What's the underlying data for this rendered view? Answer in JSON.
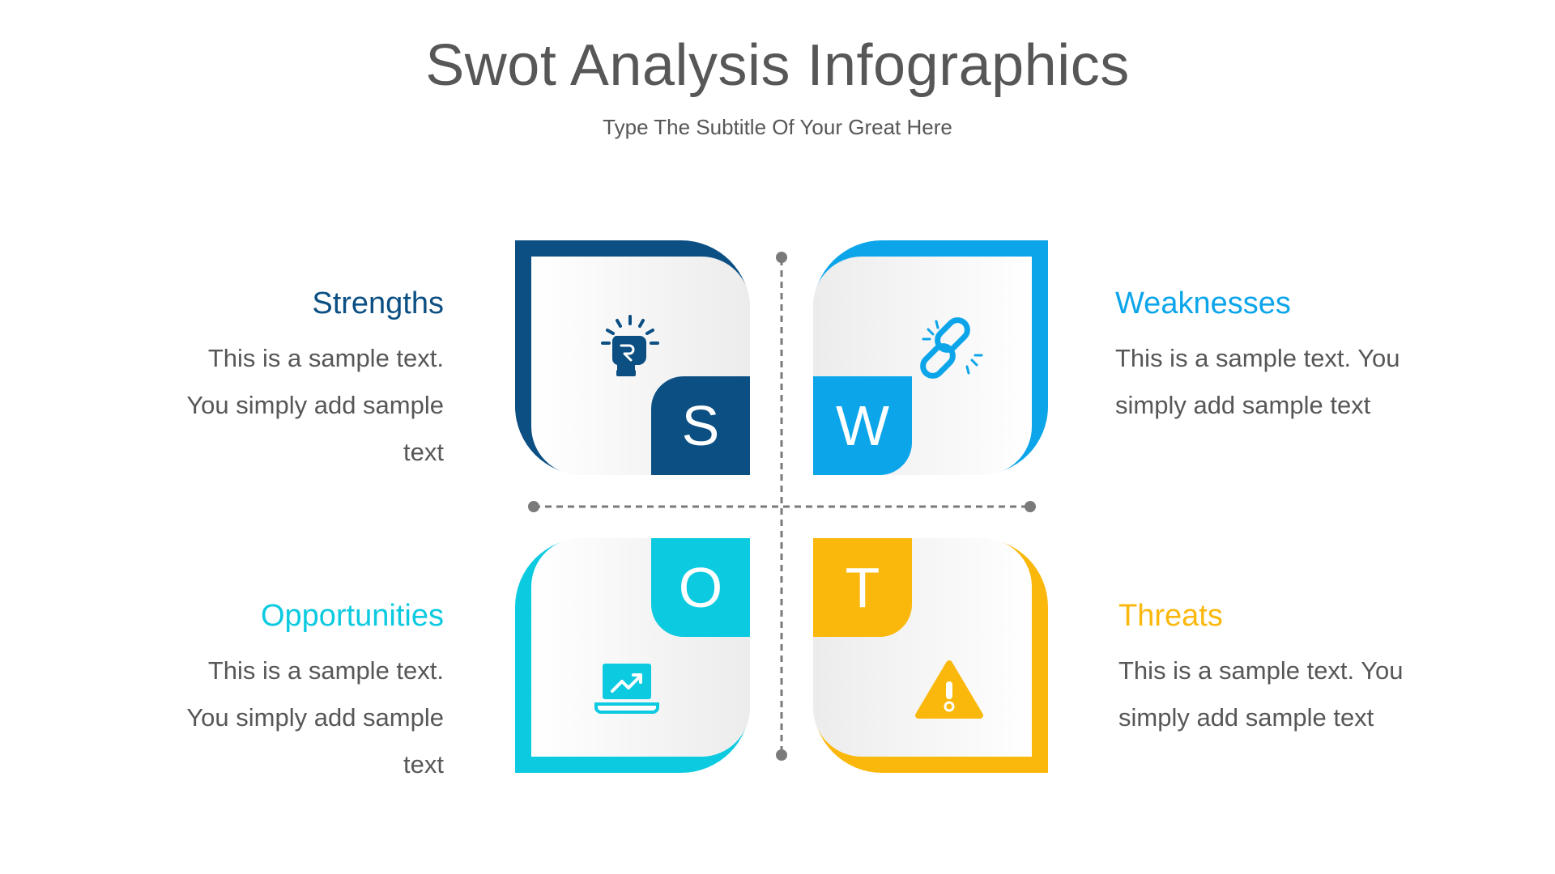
{
  "header": {
    "title": "Swot Analysis Infographics",
    "subtitle": "Type The Subtitle Of Your Great Here"
  },
  "colors": {
    "strengths": "#0c4f83",
    "weaknesses": "#0ca5ea",
    "opportunities": "#0ccae0",
    "threats": "#fbb80c",
    "text": "#575757",
    "divider": "#7a7a7a"
  },
  "quadrants": {
    "strengths": {
      "letter": "S",
      "icon": "fist-icon",
      "heading": "Strengths",
      "text": "This is a sample text. You simply add sample text"
    },
    "weaknesses": {
      "letter": "W",
      "icon": "broken-link-icon",
      "heading": "Weaknesses",
      "text": "This is a sample text. You simply add sample text"
    },
    "opportunities": {
      "letter": "O",
      "icon": "laptop-growth-icon",
      "heading": "Opportunities",
      "text": "This is a sample text. You simply add sample text"
    },
    "threats": {
      "letter": "T",
      "icon": "warning-icon",
      "heading": "Threats",
      "text": "This is a sample text. You simply add sample text"
    }
  }
}
